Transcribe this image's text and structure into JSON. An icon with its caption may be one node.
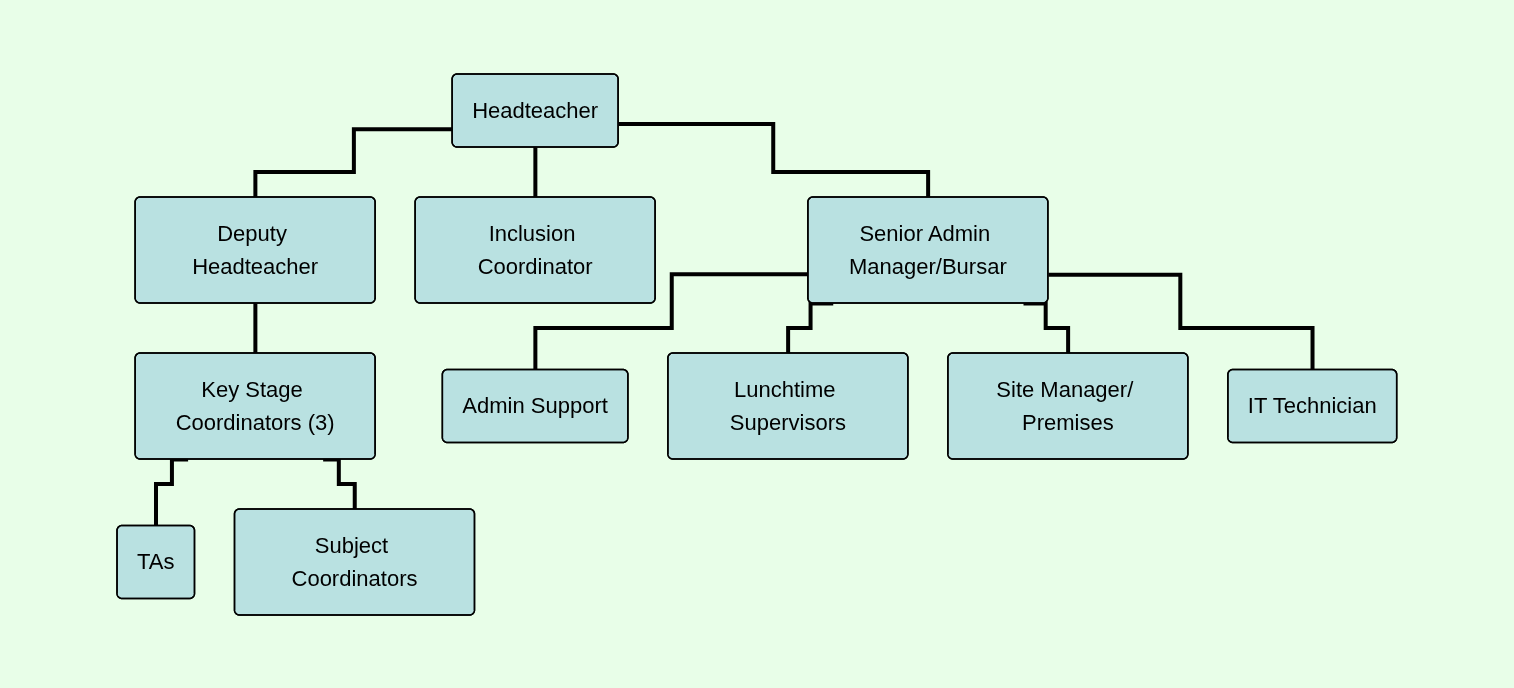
{
  "diagram": {
    "nodes": [
      {
        "text": [
          "Headteacher"
        ]
      },
      {
        "text": [
          "Deputy Headteacher"
        ]
      },
      {
        "text": [
          "Inclusion Coordinator"
        ]
      },
      {
        "text": [
          "Senior Admin Manager/Bursar"
        ]
      },
      {
        "text": [
          "Key Stage Coordinators (3)"
        ]
      },
      {
        "text": [
          "Admin Support"
        ]
      },
      {
        "text": [
          "Lunchtime Supervisors"
        ]
      },
      {
        "text": [
          "Site Manager/ Premises"
        ]
      },
      {
        "text": [
          "IT Technician"
        ]
      },
      {
        "text": [
          "TAs"
        ]
      },
      {
        "text": [
          "Subject Coordinators"
        ]
      }
    ],
    "edges": [
      {
        "from": 0,
        "to": 1,
        "arrow": "none"
      },
      {
        "from": 0,
        "to": 2,
        "arrow": "none"
      },
      {
        "from": 0,
        "to": 3,
        "arrow": "none"
      },
      {
        "from": 1,
        "to": 4,
        "arrow": "none"
      },
      {
        "from": 3,
        "to": 5,
        "arrow": "none"
      },
      {
        "from": 3,
        "to": 6,
        "arrow": "none"
      },
      {
        "from": 3,
        "to": 7,
        "arrow": "none"
      },
      {
        "from": 3,
        "to": 8,
        "arrow": "none"
      },
      {
        "from": 4,
        "to": 9,
        "arrow": "none"
      },
      {
        "from": 4,
        "to": 10,
        "arrow": "none"
      }
    ]
  }
}
